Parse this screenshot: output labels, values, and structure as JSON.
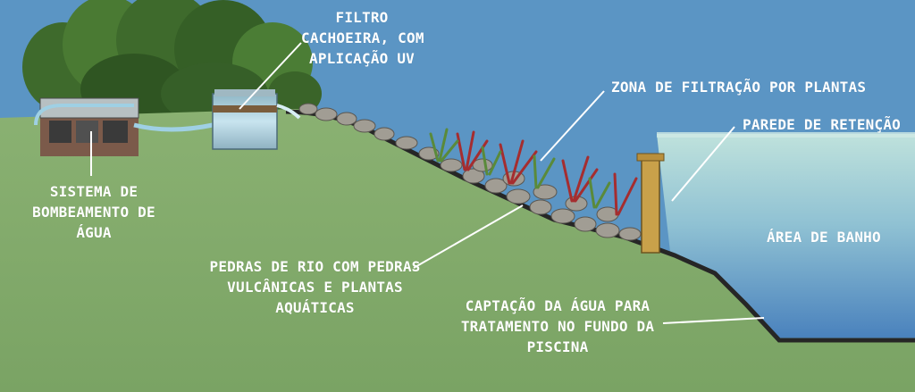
{
  "labels": {
    "filtro": [
      "FILTRO",
      "CACHOEIRA, COM",
      "APLICAÇÃO UV"
    ],
    "zona": [
      "ZONA DE FILTRAÇÃO POR PLANTAS"
    ],
    "parede": [
      "PAREDE DE RETENÇÃO"
    ],
    "sistema": [
      "SISTEMA DE",
      "BOMBEAMENTO DE",
      "ÁGUA"
    ],
    "area": [
      "ÁREA DE BANHO"
    ],
    "pedras": [
      "PEDRAS DE RIO COM PEDRAS",
      "VULCÂNICAS E PLANTAS",
      "AQUÁTICAS"
    ],
    "captacao": [
      "CAPTAÇÃO DA ÁGUA PARA",
      "TRATAMENTO NO FUNDO DA",
      "PISCINA"
    ]
  },
  "colors": {
    "sky": "#5b95c4",
    "ground": "#84aa6c",
    "water_top": "#b6ddd9",
    "water_bottom": "#4e86c0",
    "trees": "#3f6b2e",
    "liner": "#2a2a2a",
    "stone": "#9c9890",
    "wall": "#c9a14a",
    "text": "#ffffff"
  }
}
